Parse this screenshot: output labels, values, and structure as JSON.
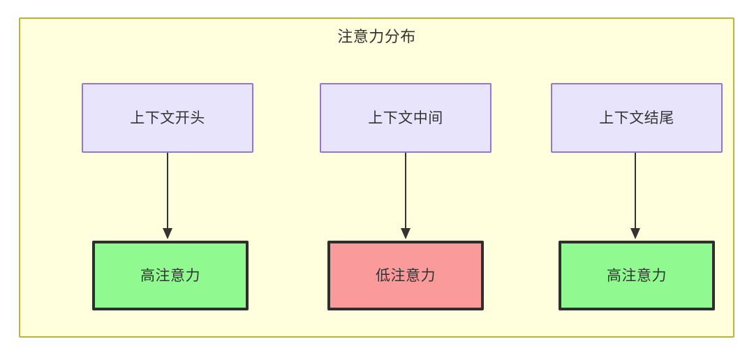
{
  "diagram": {
    "title": "注意力分布",
    "container": {
      "fill": "#ffffdd",
      "stroke": "#bfb331"
    },
    "columns": [
      {
        "context": {
          "label": "上下文开头",
          "fill": "#e8e4fb",
          "stroke": "#9575d6"
        },
        "attention": {
          "label": "高注意力",
          "fill": "#90fa90",
          "stroke": "#2e2e2e",
          "level": "high"
        },
        "edge": {
          "arrow": "down-arrow"
        }
      },
      {
        "context": {
          "label": "上下文中间",
          "fill": "#e8e4fb",
          "stroke": "#9575d6"
        },
        "attention": {
          "label": "低注意力",
          "fill": "#fa9a9a",
          "stroke": "#2e2e2e",
          "level": "low"
        },
        "edge": {
          "arrow": "down-arrow"
        }
      },
      {
        "context": {
          "label": "上下文结尾",
          "fill": "#e8e4fb",
          "stroke": "#9575d6"
        },
        "attention": {
          "label": "高注意力",
          "fill": "#90fa90",
          "stroke": "#2e2e2e",
          "level": "high"
        },
        "edge": {
          "arrow": "down-arrow"
        }
      }
    ]
  }
}
